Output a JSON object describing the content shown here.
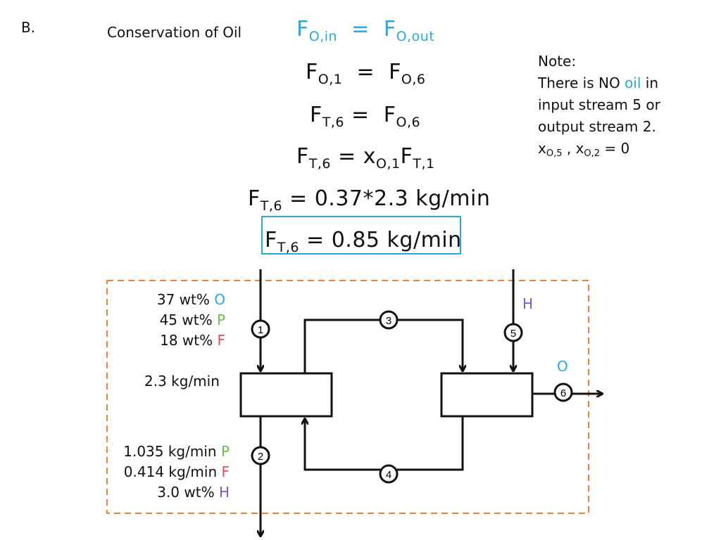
{
  "section_label": "B.",
  "heading": "Conservation of Oil",
  "colors": {
    "blue": "#29a9e1",
    "green": "#6cc04a",
    "red": "#e0505e",
    "purple": "#6a5fd6",
    "orange_dash": "#e8843a",
    "black": "#111111"
  },
  "equations": {
    "eq1": {
      "lhs_main": "F",
      "lhs_sub": "O,in",
      "eq": "=",
      "rhs_main": "F",
      "rhs_sub": "O,out"
    },
    "eq2": {
      "lhs_main": "F",
      "lhs_sub": "O,1",
      "eq": "=",
      "rhs_main": "F",
      "rhs_sub": "O,6"
    },
    "eq3": {
      "lhs_main": "F",
      "lhs_sub": "T,6",
      "eq": "=",
      "rhs_main": "F",
      "rhs_sub": "O,6"
    },
    "eq4": {
      "lhs_main": "F",
      "lhs_sub": "T,6",
      "eq": "=",
      "x_main": "x",
      "x_sub": "O,1",
      "f_main": "F",
      "f_sub": "T,1"
    },
    "eq5": {
      "lhs_main": "F",
      "lhs_sub": "T,6",
      "rhs": "= 0.37*2.3 kg/min"
    },
    "answer": {
      "lhs_main": "F",
      "lhs_sub": "T,6",
      "rhs": "=  0.85 kg/min"
    }
  },
  "note": {
    "title": "Note:",
    "line1_pre": "There is NO ",
    "line1_oil": "oil",
    "line1_post": " in",
    "line2": "input stream 5 or",
    "line3": "output stream 2.",
    "x1_main": "x",
    "x1_sub": "O,5",
    "sep": " , ",
    "x2_main": "x",
    "x2_sub": "O,2",
    "zero": " = 0"
  },
  "stream1": {
    "comp": [
      {
        "text": "37 wt%",
        "letter": "O"
      },
      {
        "text": "45 wt%",
        "letter": "P"
      },
      {
        "text": "18 wt%",
        "letter": "F"
      }
    ],
    "flow": "2.3 kg/min"
  },
  "stream2": {
    "comp": [
      {
        "text": "1.035 kg/min",
        "letter": "P"
      },
      {
        "text": "0.414 kg/min",
        "letter": "F"
      },
      {
        "text": "3.0 wt%",
        "letter": "H"
      }
    ]
  },
  "stream5_label": "H",
  "stream6_label": "O",
  "stream_numbers": [
    "1",
    "2",
    "3",
    "4",
    "5",
    "6"
  ]
}
